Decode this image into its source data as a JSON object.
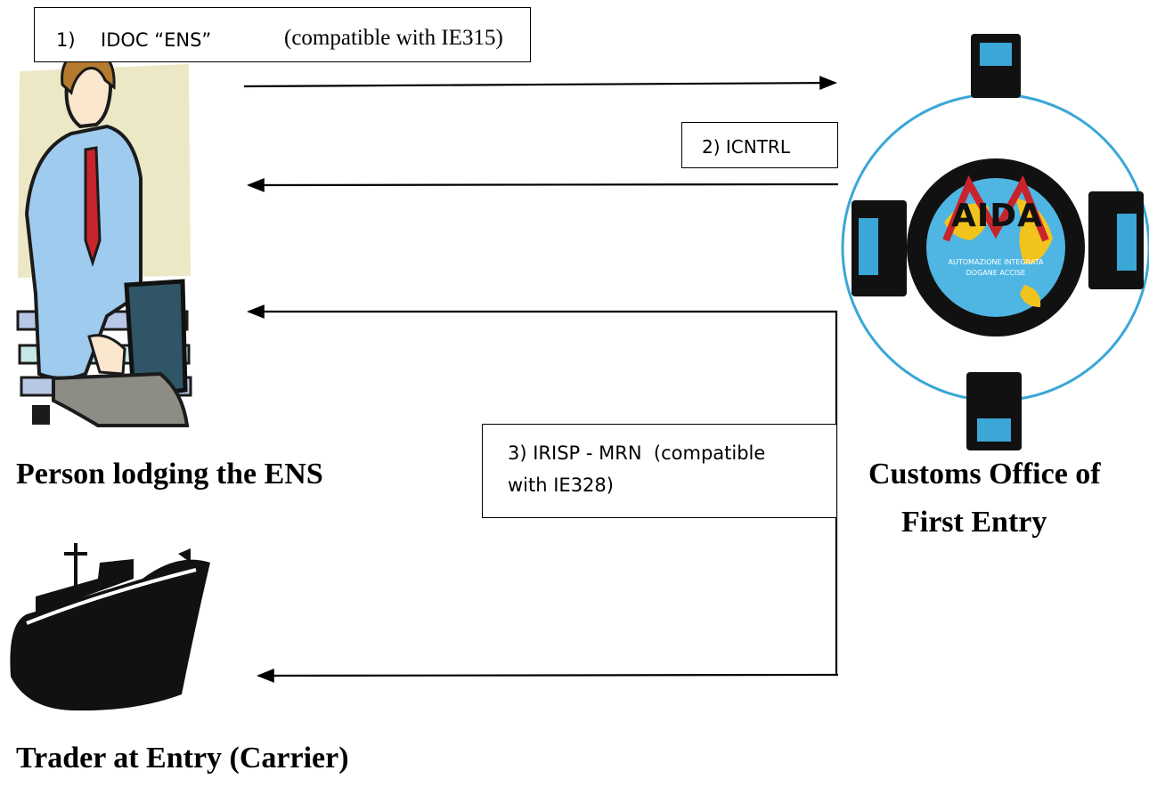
{
  "messages": {
    "m1": {
      "num": "1)",
      "label_pre": "IDOC “ENS” ",
      "label_post": "(compatible with IE315)"
    },
    "m2": {
      "label": "2) ICNTRL"
    },
    "m3": {
      "line1": "3) IRISP - MRN  (compatible",
      "line2": "with IE328)"
    }
  },
  "actors": {
    "person": "Person lodging the ENS",
    "customs_line1": "Customs Office of",
    "customs_line2": "First Entry",
    "trader": "Trader at Entry (Carrier)"
  },
  "logo": {
    "letters": "AIDA",
    "line1": "AUTOMAZIONE INTEGRATA",
    "line2": "DOGANE ACCISE"
  },
  "colors": {
    "ring": "#3aa7d6",
    "globe_sea": "#4fb6e3",
    "globe_land": "#f2c31c",
    "shirt": "#9fcbee",
    "backdrop": "#ece8c6",
    "tie": "#c8242c"
  }
}
